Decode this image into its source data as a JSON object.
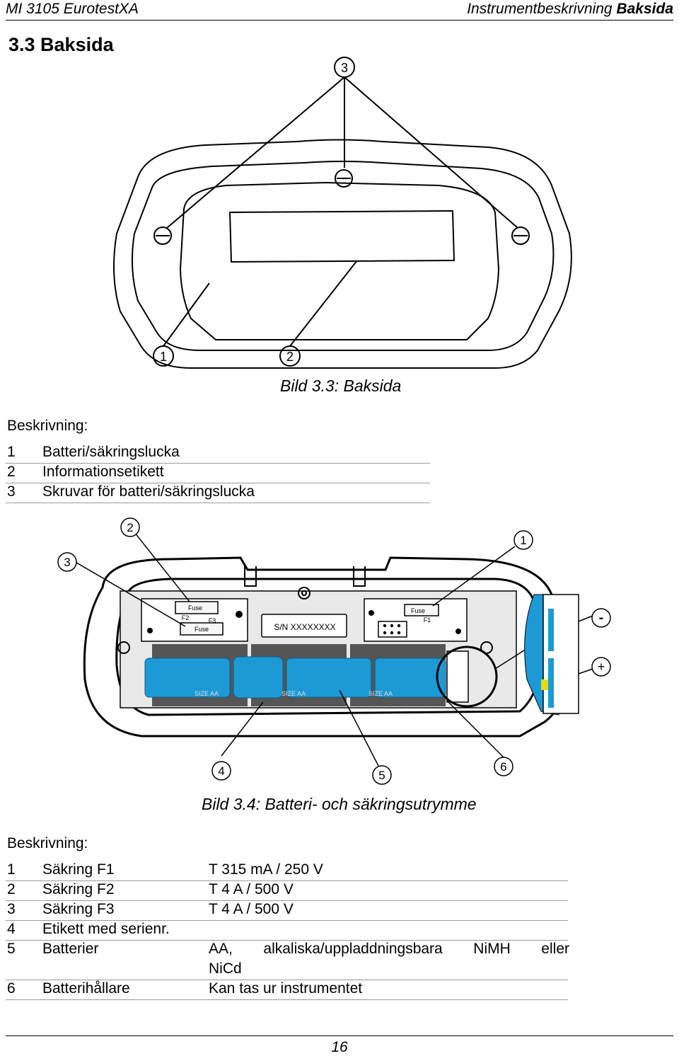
{
  "header": {
    "left": "MI 3105 EurotestXA",
    "right_prefix": "Instrumentbeskrivning ",
    "right_bold": "Baksida"
  },
  "section_title": "3.3 Baksida",
  "figure1": {
    "callouts": [
      "3",
      "1",
      "2"
    ],
    "caption": "Bild 3.3: Baksida"
  },
  "desc1": {
    "label": "Beskrivning:",
    "items": [
      {
        "n": "1",
        "text": "Batteri/säkringslucka"
      },
      {
        "n": "2",
        "text": "Informationsetikett"
      },
      {
        "n": "3",
        "text": "Skruvar för batteri/säkringslucka"
      }
    ]
  },
  "figure2": {
    "callouts": [
      "2",
      "1",
      "3",
      "4",
      "5",
      "6"
    ],
    "fuse_label": "Fuse",
    "f1": "F1",
    "f2": "F2",
    "f3": "F3",
    "serial": "S/N XXXXXXXX",
    "size_label": "SIZE AA",
    "minus": "-",
    "plus": "+",
    "caption": "Bild 3.4: Batteri- och säkringsutrymme"
  },
  "desc2": {
    "label": "Beskrivning:",
    "items": [
      {
        "n": "1",
        "text": "Säkring F1",
        "value": "T 315 mA / 250 V"
      },
      {
        "n": "2",
        "text": "Säkring F2",
        "value": "T 4 A / 500 V"
      },
      {
        "n": "3",
        "text": "Säkring F3",
        "value": "T 4 A / 500 V"
      },
      {
        "n": "4",
        "text": "Etikett med serienr.",
        "value": ""
      },
      {
        "n": "5",
        "text": "Batterier",
        "value": "AA, alkaliska/uppladdningsbara NiMH eller",
        "value2": "NiCd"
      },
      {
        "n": "6",
        "text": "Batterihållare",
        "value": "Kan tas ur instrumentet"
      }
    ]
  },
  "page_number": "16"
}
